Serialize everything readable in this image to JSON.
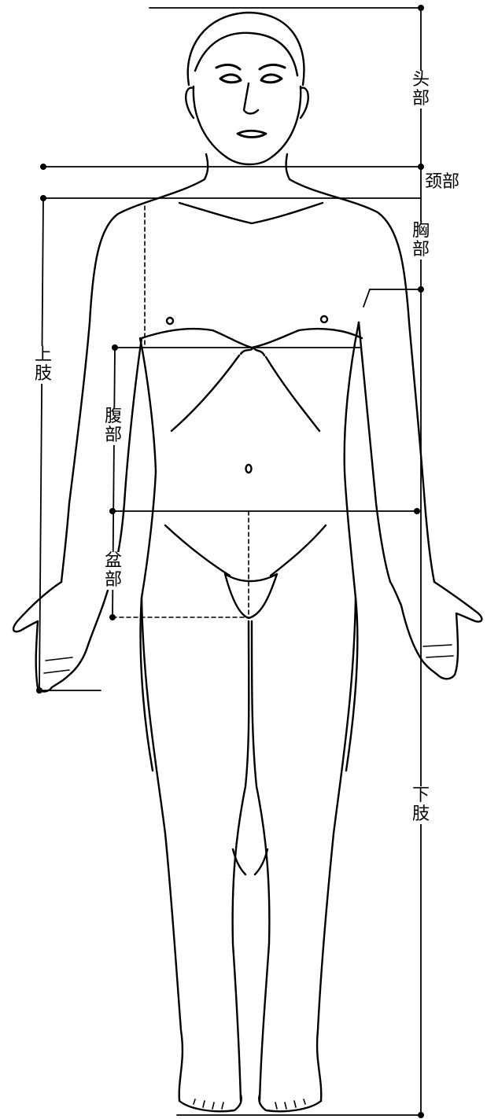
{
  "regions": {
    "head": "头\n部",
    "neck": "颈部",
    "chest": "胸\n部",
    "upper_limb": "上\n肢",
    "abdomen": "腹\n部",
    "pelvis": "盆\n部",
    "lower_limb": "下\n肢"
  },
  "colors": {
    "line": "#000000",
    "background": "#ffffff"
  }
}
